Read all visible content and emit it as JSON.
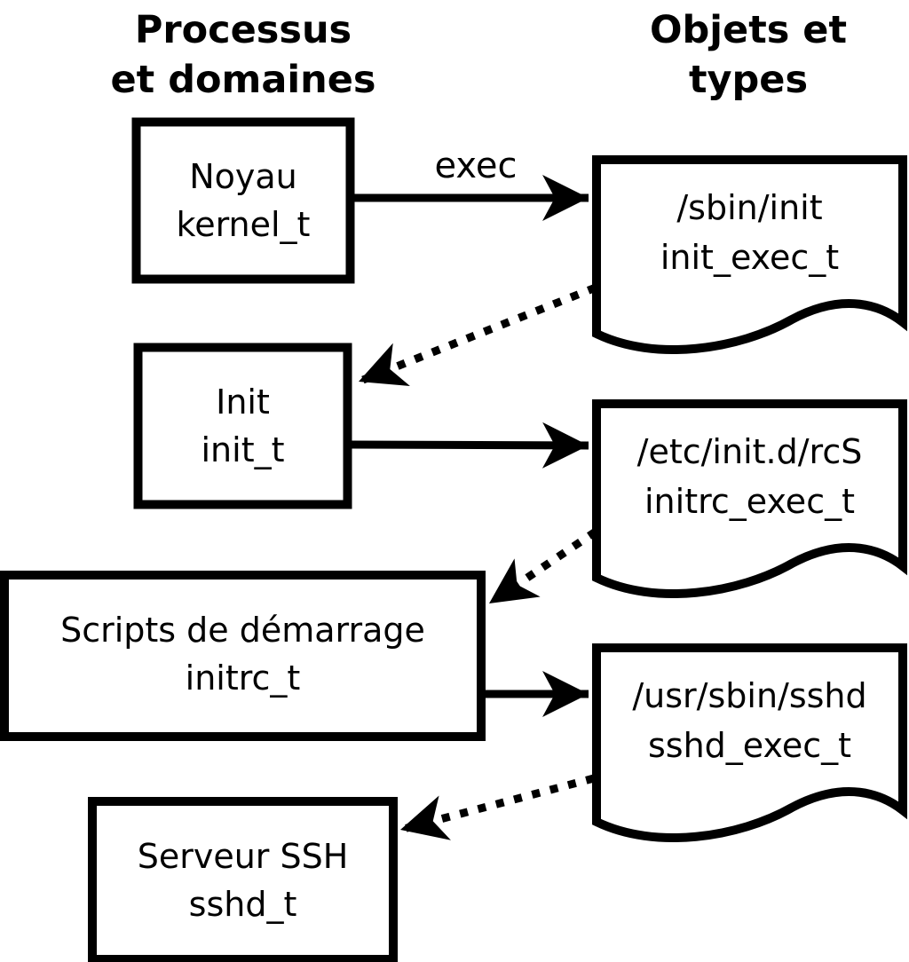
{
  "headers": {
    "left": {
      "line1": "Processus",
      "line2": "et domaines"
    },
    "right": {
      "line1": "Objets et",
      "line2": "types"
    }
  },
  "process_boxes": [
    {
      "name": "Noyau",
      "type": "kernel_t"
    },
    {
      "name": "Init",
      "type": "init_t"
    },
    {
      "name": "Scripts de démarrage",
      "type": "initrc_t"
    },
    {
      "name": "Serveur SSH",
      "type": "sshd_t"
    }
  ],
  "object_docs": [
    {
      "path": "/sbin/init",
      "type": "init_exec_t"
    },
    {
      "path": "/etc/init.d/rcS",
      "type": "initrc_exec_t"
    },
    {
      "path": "/usr/sbin/sshd",
      "type": "sshd_exec_t"
    }
  ],
  "edge_labels": {
    "exec": "exec"
  },
  "edges": [
    {
      "from": "kernel_t",
      "to": "init_exec_t",
      "style": "solid",
      "label": "exec"
    },
    {
      "from": "init_exec_t",
      "to": "init_t",
      "style": "dotted",
      "label": ""
    },
    {
      "from": "init_t",
      "to": "initrc_exec_t",
      "style": "solid",
      "label": ""
    },
    {
      "from": "initrc_exec_t",
      "to": "initrc_t",
      "style": "dotted",
      "label": ""
    },
    {
      "from": "initrc_t",
      "to": "sshd_exec_t",
      "style": "solid",
      "label": ""
    },
    {
      "from": "sshd_exec_t",
      "to": "sshd_t",
      "style": "dotted",
      "label": ""
    }
  ],
  "colors": {
    "foreground": "#000000",
    "background": "#ffffff"
  }
}
